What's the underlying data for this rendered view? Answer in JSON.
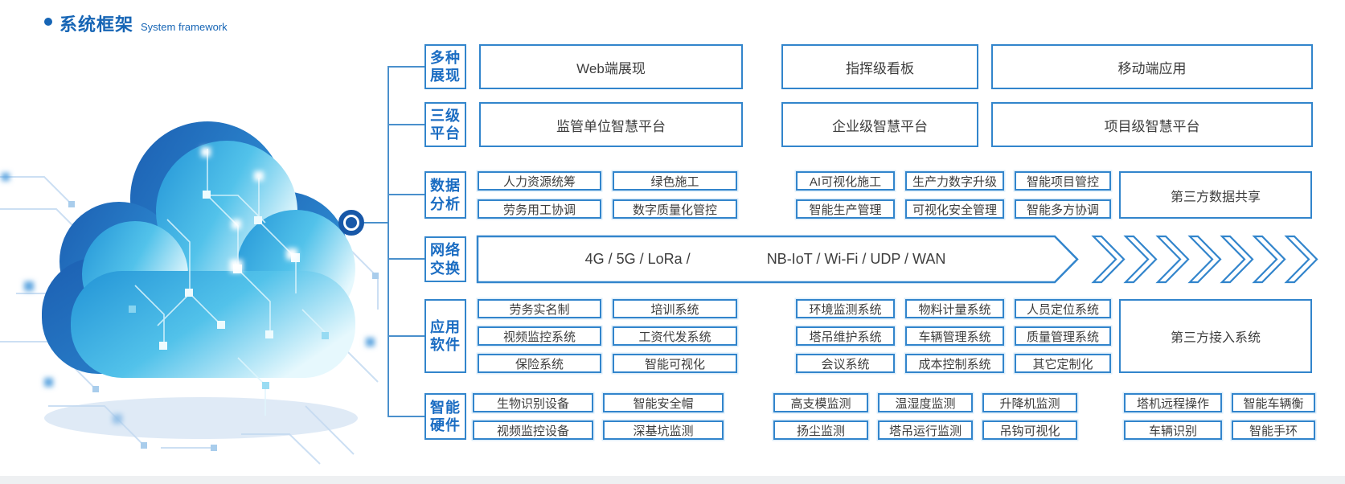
{
  "header": {
    "bullet": "●",
    "title_zh": "系统框架",
    "title_en": "System framework"
  },
  "labels": [
    [
      "多种",
      "展现"
    ],
    [
      "三级",
      "平台"
    ],
    [
      "数据",
      "分析"
    ],
    [
      "网络",
      "交换"
    ],
    [
      "应用",
      "软件"
    ],
    [
      "智能",
      "硬件"
    ]
  ],
  "row1": [
    "Web端展现",
    "指挥级看板",
    "移动端应用"
  ],
  "row2": [
    "监管单位智慧平台",
    "企业级智慧平台",
    "项目级智慧平台"
  ],
  "row3": {
    "left": [
      [
        "人力资源统筹",
        "绿色施工"
      ],
      [
        "劳务用工协调",
        "数字质量化管控"
      ]
    ],
    "right": [
      [
        "AI可视化施工",
        "生产力数字升级",
        "智能项目管控"
      ],
      [
        "智能生产管理",
        "可视化安全管理",
        "智能多方协调"
      ]
    ],
    "tall": "第三方数据共享"
  },
  "network": {
    "left": "4G / 5G / LoRa /",
    "right": "NB-IoT / Wi-Fi / UDP / WAN"
  },
  "row5": {
    "left": [
      [
        "劳务实名制",
        "培训系统"
      ],
      [
        "视频监控系统",
        "工资代发系统"
      ],
      [
        "保险系统",
        "智能可视化"
      ]
    ],
    "right": [
      [
        "环境监测系统",
        "物料计量系统",
        "人员定位系统"
      ],
      [
        "塔吊维护系统",
        "车辆管理系统",
        "质量管理系统"
      ],
      [
        "会议系统",
        "成本控制系统",
        "其它定制化"
      ]
    ],
    "tall": "第三方接入系统"
  },
  "row6": [
    [
      "生物识别设备",
      "智能安全帽",
      "高支模监测",
      "温湿度监测",
      "升降机监测",
      "塔机远程操作",
      "智能车辆衡"
    ],
    [
      "视频监控设备",
      "深基坑监测",
      "扬尘监测",
      "塔吊运行监测",
      "吊钩可视化",
      "车辆识别",
      "智能手环"
    ]
  ],
  "colors": {
    "accent": "#1665b5",
    "border": "#3285cc",
    "label_text": "#1a6cc2",
    "box_text": "#3d3d3d"
  }
}
